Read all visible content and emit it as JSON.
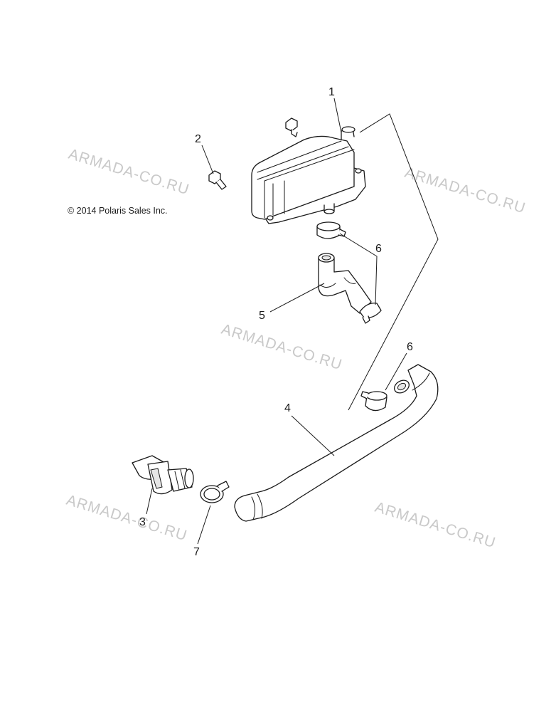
{
  "copyright": "© 2014 Polaris Sales Inc.",
  "watermark": "ARMADA-CO.RU",
  "callouts": [
    "1",
    "2",
    "3",
    "4",
    "5",
    "6",
    "6",
    "7"
  ]
}
